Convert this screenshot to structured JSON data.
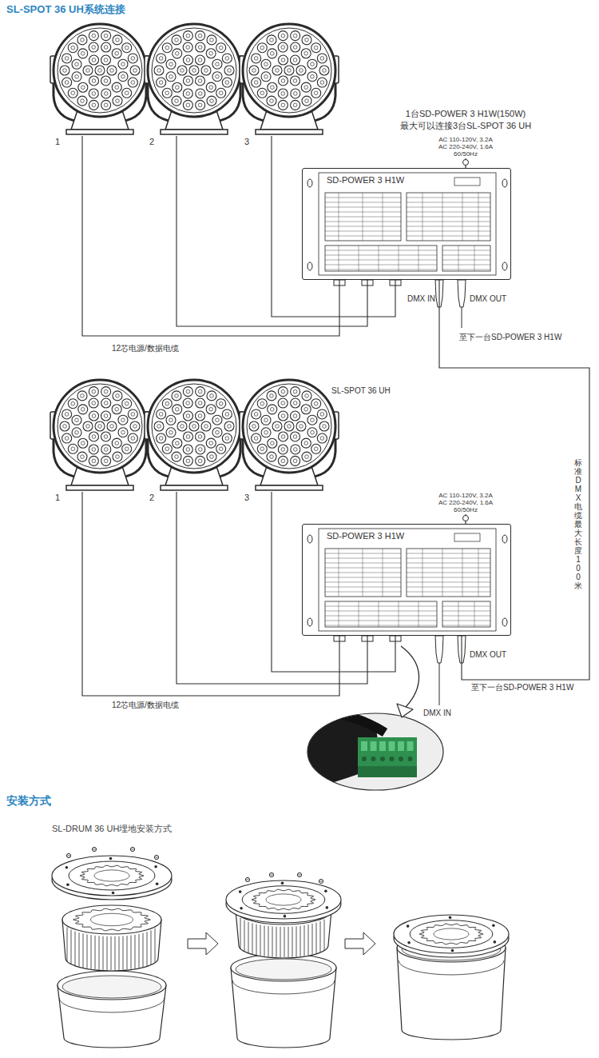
{
  "diagram": {
    "title": "SL-SPOT 36 UH系统连接",
    "nodes": [
      {
        "text": [
          "1"
        ]
      },
      {
        "text": [
          "2"
        ]
      },
      {
        "text": [
          "3"
        ]
      },
      {
        "text": [
          "SD-POWER 3 H1W"
        ]
      },
      {
        "text": [
          "1"
        ]
      },
      {
        "text": [
          "2"
        ]
      },
      {
        "text": [
          "3"
        ]
      },
      {
        "text": [
          "SD-POWER 3 H1W"
        ]
      }
    ],
    "edges": [
      {
        "from": 0,
        "to": 3,
        "arrow": "none"
      },
      {
        "from": 1,
        "to": 3,
        "arrow": "none"
      },
      {
        "from": 2,
        "to": 3,
        "arrow": "none"
      },
      {
        "from": 4,
        "to": 7,
        "arrow": "none"
      },
      {
        "from": 5,
        "to": 7,
        "arrow": "none"
      },
      {
        "from": 6,
        "to": 7,
        "arrow": "none"
      },
      {
        "from": 3,
        "to": 7,
        "label": "标准 DMX 电缆最大长度 100 米",
        "arrow": "none"
      }
    ],
    "labels": [
      "1台SD-POWER 3 H1W(150W)",
      "最大可以连接3台SL-SPOT 36 UH",
      "AC 110-120V, 3.2A",
      "AC 220-240V, 1.6A",
      "60/50Hz",
      "DMX IN",
      "DMX OUT",
      "至下一台SD-POWER 3 H1W",
      "12芯电源/数据电缆",
      "SL-SPOT 36 UH",
      "AC 110-120V, 3.2A",
      "AC 220-240V, 1.6A",
      "60/50Hz",
      "DMX OUT",
      "至下一台SD-POWER 3 H1W",
      "12芯电源/数据电缆",
      "DMX IN",
      "安装方式",
      "SL-DRUM 36 UH埋地安装方式"
    ]
  }
}
